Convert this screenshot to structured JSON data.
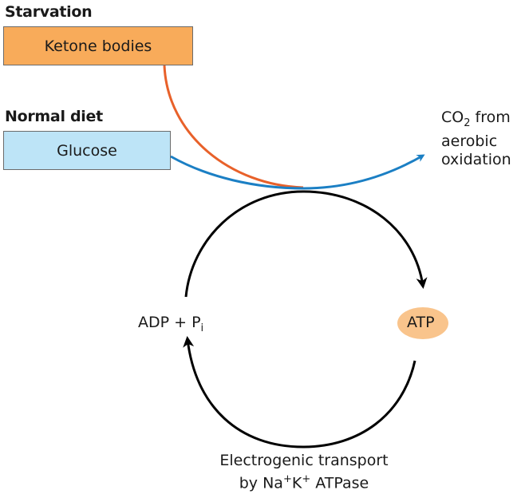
{
  "diagram": {
    "starvation_heading": "Starvation",
    "ketone_label": "Ketone bodies",
    "normal_heading": "Normal diet",
    "glucose_label": "Glucose",
    "co2_main": "CO",
    "co2_sub": "2",
    "co2_rest": " from",
    "co2_line2": "aerobic",
    "co2_line3": "oxidation",
    "adp_main": "ADP + P",
    "adp_sub": "i",
    "atp_label": "ATP",
    "transport_line1": "Electrogenic transport",
    "transport_by": "by Na",
    "transport_plus1": "+",
    "transport_k": "K",
    "transport_plus2": "+",
    "transport_rest": " ATPase"
  },
  "colors": {
    "ketone_fill": "#f8ab5a",
    "glucose_fill": "#bde4f7",
    "ketone_line": "#e8612a",
    "glucose_line": "#1b7fc4",
    "atp_fill": "#f9c48c",
    "cycle_line": "#000000"
  }
}
